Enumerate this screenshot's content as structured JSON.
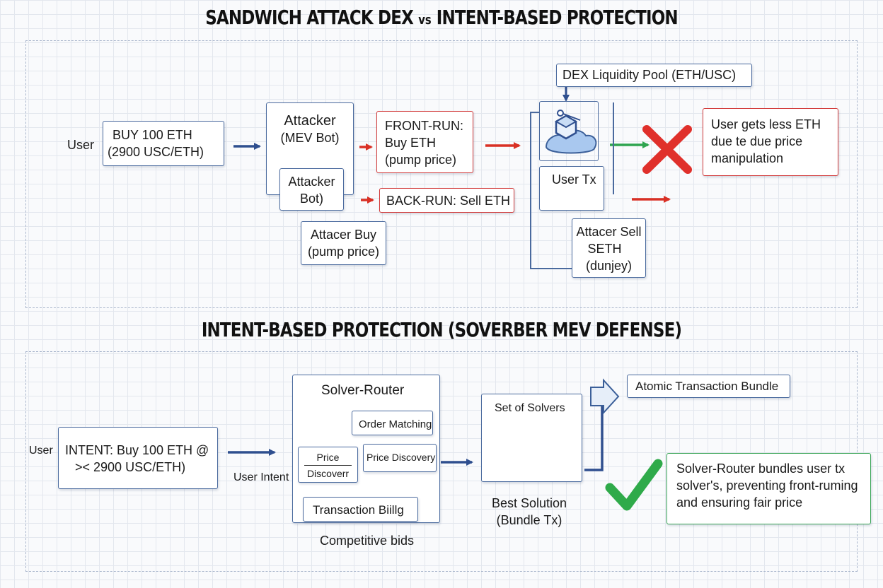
{
  "top": {
    "title_main": "SANDWICH ATTACK DEX",
    "title_vs": "vs",
    "title_rest": "INTENT-BASED PROTECTION",
    "user_label": "User",
    "user_order": [
      "BUY 100 ETH",
      "(2900 USC/ETH)"
    ],
    "attacker": [
      "Attacker",
      "(MEV Bot)"
    ],
    "attacker_bot": [
      "Attacker",
      "Bot)"
    ],
    "front_run": [
      "FRONT-RUN:",
      "Buy ETH",
      "(pump price)"
    ],
    "back_run": "BACK-RUN: Sell ETH",
    "attacker_buy": [
      "Attacer Buy",
      "(pump price)"
    ],
    "pool_label": "DEX Liquidity Pool (ETH/USC)",
    "user_tx": "User Tx",
    "attacker_sell": [
      "Attacer Sell",
      "SETH",
      "(dunjey)"
    ],
    "result": [
      "User gets less ETH",
      "due te due price",
      "manipulation"
    ]
  },
  "bottom": {
    "title": "INTENT-BASED PROTECTION (SOVERBER MEV DEFENSE)",
    "user_label": "User",
    "intent": [
      "INTENT: Buy 100 ETH @",
      "><  2900 USC/ETH)"
    ],
    "user_intent_label": "User Intent",
    "solver_router": "Solver-Router",
    "order_matching": "Order Matching",
    "price_discovery_a": [
      "Price",
      "Discoverr"
    ],
    "price_discovery_b": "Price Discovery",
    "transaction_billing": "Transaction Biillg",
    "competitive_bids": "Competitive bids",
    "solvers": "Set of Solvers",
    "best_solution": [
      "Best Solution",
      "(Bundle Tx)"
    ],
    "atomic_bundle": "Atomic Transaction Bundle",
    "result": [
      "Solver-Router bundles user tx",
      "solver's, preventing front-ruming",
      "and ensuring fair price"
    ]
  },
  "colors": {
    "box_border": "#4a6a9e",
    "arrow_blue": "#2f4f8f",
    "arrow_red": "#d93025",
    "arrow_green": "#2ea44f",
    "cross": "#e0302b",
    "check": "#2faa4a"
  }
}
